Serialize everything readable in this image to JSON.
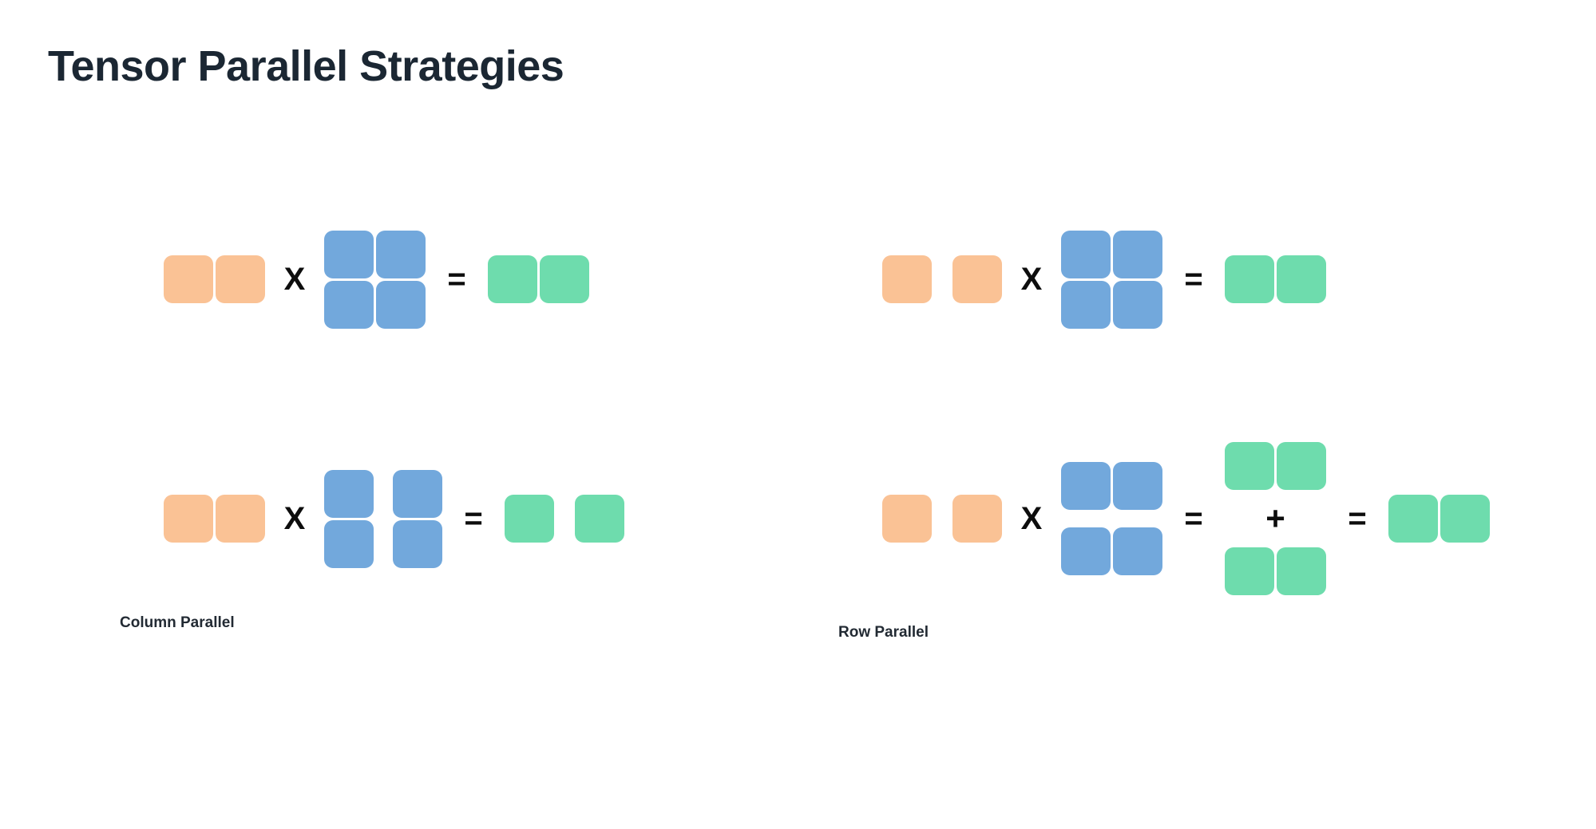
{
  "slide": {
    "title": "Tensor Parallel Strategies",
    "background_color": "#ffffff"
  },
  "colors": {
    "input_orange": "#fac295",
    "weight_blue": "#72a8dc",
    "output_green": "#6edcad",
    "operator_black": "#0d0d0d",
    "title_navy": "#1b2733",
    "caption_dark": "#222a33"
  },
  "operators": {
    "multiply": "X",
    "equals": "=",
    "plus": "+"
  },
  "panels": [
    {
      "id": "column-parallel",
      "caption": "Column Parallel",
      "equations": [
        {
          "id": "column-parallel-unsharded",
          "role": "unsharded-reference",
          "input": {
            "color": "orange",
            "rows": 1,
            "cols": 2,
            "split": "none"
          },
          "weight": {
            "color": "blue",
            "rows": 2,
            "cols": 2,
            "split": "none"
          },
          "output": {
            "color": "green",
            "rows": 1,
            "cols": 2,
            "split": "none"
          }
        },
        {
          "id": "column-parallel-sharded",
          "role": "sharded",
          "input": {
            "color": "orange",
            "rows": 1,
            "cols": 2,
            "split": "none"
          },
          "weight": {
            "color": "blue",
            "rows": 2,
            "cols": 2,
            "split": "columns"
          },
          "output": {
            "color": "green",
            "rows": 1,
            "cols": 2,
            "split": "columns"
          }
        }
      ]
    },
    {
      "id": "row-parallel",
      "caption": "Row Parallel",
      "equations": [
        {
          "id": "row-parallel-unsharded",
          "role": "unsharded-reference",
          "input": {
            "color": "orange",
            "rows": 1,
            "cols": 2,
            "split": "small-gap"
          },
          "weight": {
            "color": "blue",
            "rows": 2,
            "cols": 2,
            "split": "none"
          },
          "output": {
            "color": "green",
            "rows": 1,
            "cols": 2,
            "split": "none"
          }
        },
        {
          "id": "row-parallel-sharded",
          "role": "sharded",
          "input": {
            "color": "orange",
            "rows": 1,
            "cols": 2,
            "split": "small-gap"
          },
          "weight": {
            "color": "blue",
            "rows": 2,
            "cols": 2,
            "split": "rows"
          },
          "partial_sums": [
            {
              "color": "green",
              "rows": 1,
              "cols": 2
            },
            {
              "color": "green",
              "rows": 1,
              "cols": 2
            }
          ],
          "output": {
            "color": "green",
            "rows": 1,
            "cols": 2,
            "split": "none"
          }
        }
      ]
    }
  ]
}
